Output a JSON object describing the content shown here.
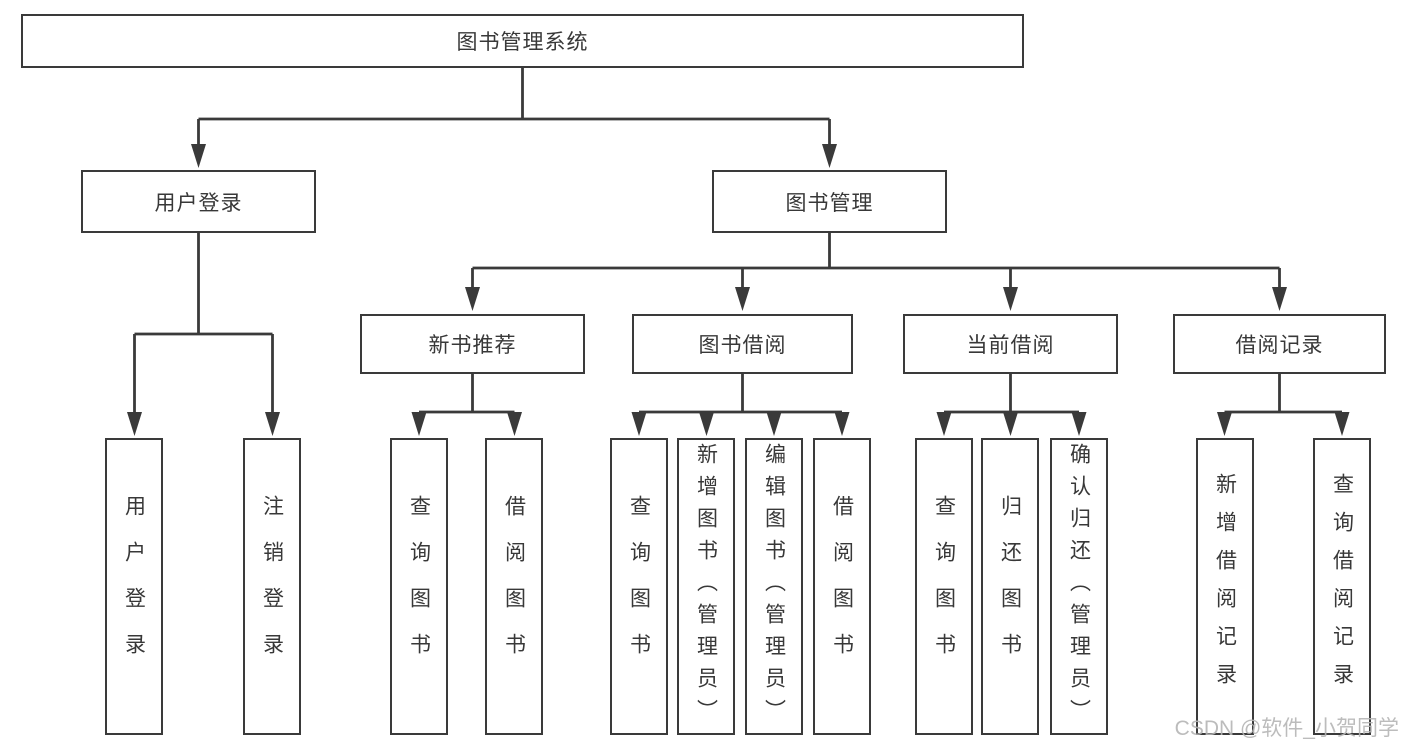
{
  "diagram": {
    "root": {
      "label": "图书管理系统"
    },
    "branches": [
      {
        "label": "用户登录",
        "children": [
          {
            "label": "用户登录"
          },
          {
            "label": "注销登录"
          }
        ]
      },
      {
        "label": "图书管理",
        "children": [
          {
            "label": "新书推荐",
            "children": [
              {
                "label": "查询图书"
              },
              {
                "label": "借阅图书"
              }
            ]
          },
          {
            "label": "图书借阅",
            "children": [
              {
                "label": "查询图书"
              },
              {
                "label": "新增图书（管理员）"
              },
              {
                "label": "编辑图书（管理员）"
              },
              {
                "label": "借阅图书"
              }
            ]
          },
          {
            "label": "当前借阅",
            "children": [
              {
                "label": "查询图书"
              },
              {
                "label": "归还图书"
              },
              {
                "label": "确认归还（管理员）"
              }
            ]
          },
          {
            "label": "借阅记录",
            "children": [
              {
                "label": "新增借阅记录"
              },
              {
                "label": "查询借阅记录"
              }
            ]
          }
        ]
      }
    ]
  },
  "watermark": {
    "text": "CSDN @软件_小贺同学"
  },
  "colors": {
    "line": "#3a3a3a",
    "text": "#383838",
    "background": "#ffffff",
    "watermark": "#b5b5b5"
  }
}
